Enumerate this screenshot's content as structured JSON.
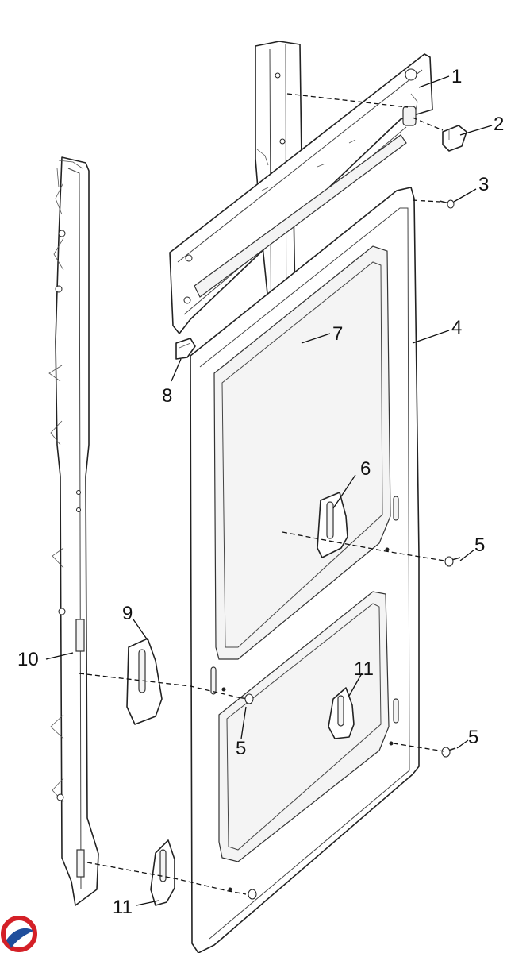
{
  "diagram": {
    "type": "exploded-parts-view",
    "callouts": [
      {
        "id": "1",
        "label": "1"
      },
      {
        "id": "2",
        "label": "2"
      },
      {
        "id": "3",
        "label": "3"
      },
      {
        "id": "4",
        "label": "4"
      },
      {
        "id": "5a",
        "label": "5"
      },
      {
        "id": "5b",
        "label": "5"
      },
      {
        "id": "5c",
        "label": "5"
      },
      {
        "id": "6",
        "label": "6"
      },
      {
        "id": "7",
        "label": "7"
      },
      {
        "id": "8",
        "label": "8"
      },
      {
        "id": "9",
        "label": "9"
      },
      {
        "id": "10",
        "label": "10"
      },
      {
        "id": "11a",
        "label": "11"
      },
      {
        "id": "11b",
        "label": "11"
      }
    ],
    "logo": {
      "icon": "brand-logo-icon",
      "colors": {
        "red": "#d42027",
        "blue": "#1f4e9c"
      }
    }
  }
}
